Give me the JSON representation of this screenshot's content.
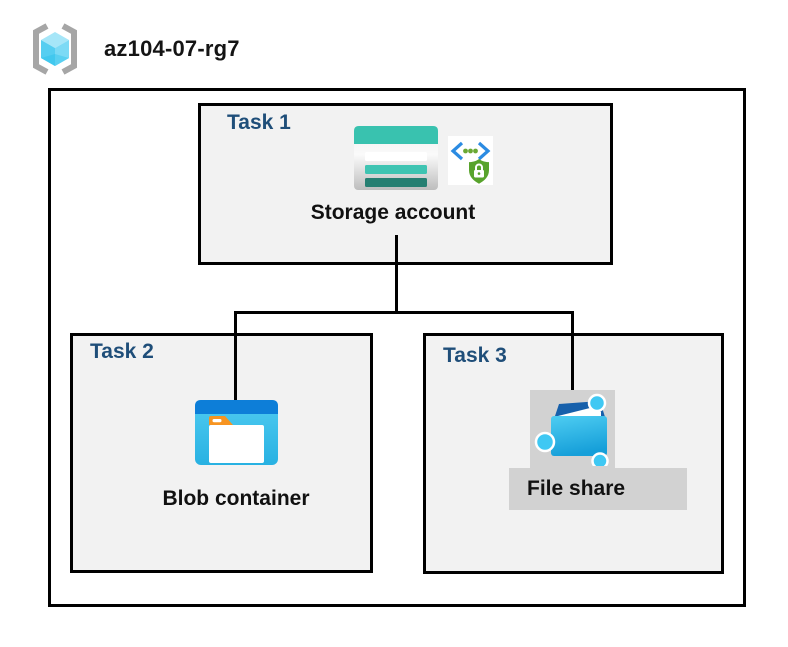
{
  "header": {
    "title": "az104-07-rg7",
    "icon": "resource-group-icon"
  },
  "diagram": {
    "task1": {
      "label": "Task 1",
      "item_label": "Storage account",
      "icons": [
        "storage-account-icon",
        "secure-endpoint-icon"
      ]
    },
    "task2": {
      "label": "Task 2",
      "item_label": "Blob container",
      "icons": [
        "blob-container-icon"
      ]
    },
    "task3": {
      "label": "Task 3",
      "item_label": "File share",
      "icons": [
        "file-share-icon"
      ]
    },
    "connections": [
      {
        "from": "task1-storage-account",
        "to": "task2-blob-container"
      },
      {
        "from": "task1-storage-account",
        "to": "task3-file-share"
      }
    ]
  },
  "colors": {
    "task_label": "#1f4e79",
    "task_box_fill": "#f2f2f2",
    "box_border": "#000000",
    "connector": "#000000",
    "storage_teal": "#39c2af",
    "storage_teal_dark": "#267f72",
    "blob_blue": "#0d7ed8",
    "blob_cyan": "#38c0ea",
    "folder_tab_orange": "#f79421",
    "endpoint_green": "#58a32c",
    "endpoint_blue": "#2b8be2",
    "fileshare_cyan": "#2fc0ee",
    "fileshare_navy": "#1760ab",
    "gray_label_bg": "#d2d2d2",
    "rg_bracket_gray": "#a6a6a6",
    "rg_cube_cyan": "#55cef1"
  }
}
